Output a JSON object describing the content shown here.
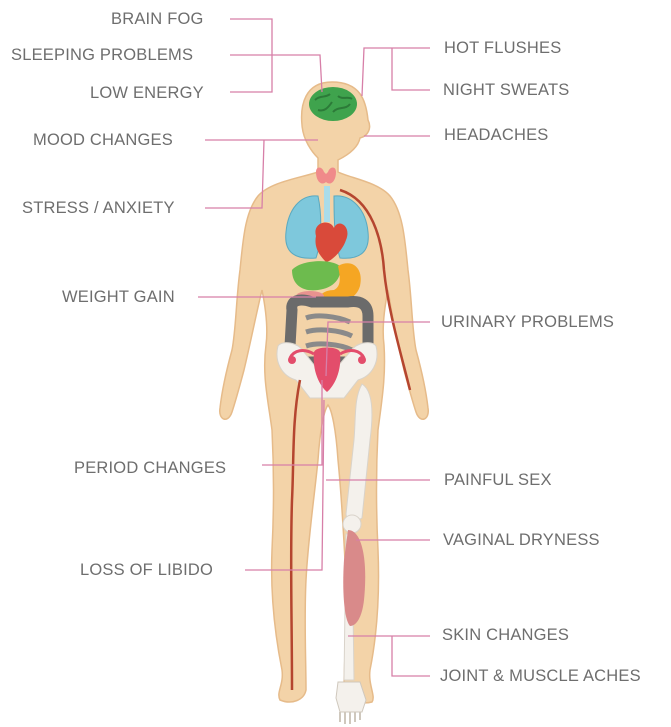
{
  "colors": {
    "skin": "#f3d3a8",
    "skin_outline": "#e6bb8a",
    "leader_line": "#d77fa8",
    "label_text": "#6e6e6e",
    "brain": "#3fa34d",
    "thyroid": "#f08a8a",
    "lungs": "#7ec8dc",
    "heart": "#d94a3a",
    "liver": "#6dbb4e",
    "stomach": "#f5a623",
    "intestine": "#6b6b6b",
    "uterus": "#e34d6b",
    "bone": "#f4f1ec",
    "muscle": "#d98a8a",
    "vessel": "#b5452f"
  },
  "labels": {
    "brain_fog": "BRAIN FOG",
    "sleeping_problems": "SLEEPING PROBLEMS",
    "low_energy": "LOW ENERGY",
    "mood_changes": "MOOD CHANGES",
    "stress_anxiety": "STRESS / ANXIETY",
    "weight_gain": "WEIGHT GAIN",
    "period_changes": "PERIOD CHANGES",
    "loss_of_libido": "LOSS OF LIBIDO",
    "hot_flushes": "HOT FLUSHES",
    "night_sweats": "NIGHT SWEATS",
    "headaches": "HEADACHES",
    "urinary_problems": "URINARY PROBLEMS",
    "painful_sex": "PAINFUL SEX",
    "vaginal_dryness": "VAGINAL DRYNESS",
    "skin_changes": "SKIN CHANGES",
    "joint_muscle_aches": "JOINT & MUSCLE ACHES"
  }
}
